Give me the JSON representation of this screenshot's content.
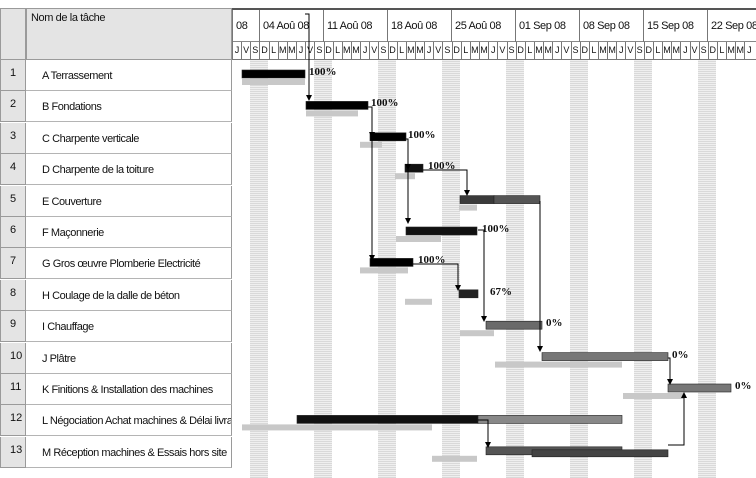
{
  "table": {
    "col_name_header": "Nom de la tâche",
    "rows": [
      {
        "id": "1",
        "name": "A Terrassement",
        "progress": "100%"
      },
      {
        "id": "2",
        "name": "B Fondations",
        "progress": "100%"
      },
      {
        "id": "3",
        "name": "C Charpente verticale",
        "progress": "100%"
      },
      {
        "id": "4",
        "name": "D Charpente de la toiture",
        "progress": "100%"
      },
      {
        "id": "5",
        "name": "E Couverture",
        "progress": ""
      },
      {
        "id": "6",
        "name": "F Maçonnerie",
        "progress": "100%"
      },
      {
        "id": "7",
        "name": "G Gros œuvre Plomberie Electricité",
        "progress": "100%"
      },
      {
        "id": "8",
        "name": "H Coulage de la dalle de béton",
        "progress": "67%"
      },
      {
        "id": "9",
        "name": "I Chauffage",
        "progress": "0%"
      },
      {
        "id": "10",
        "name": "J Plâtre",
        "progress": "0%"
      },
      {
        "id": "11",
        "name": "K Finitions & Installation des machines",
        "progress": "0%"
      },
      {
        "id": "12",
        "name": "L Négociation Achat machines & Délai livraison",
        "progress": ""
      },
      {
        "id": "13",
        "name": "M Réception machines & Essais hors site",
        "progress": ""
      }
    ]
  },
  "timeline": {
    "weeks": [
      "08",
      "04 Aoû 08",
      "11 Aoû 08",
      "18 Aoû 08",
      "25 Aoû 08",
      "01 Sep 08",
      "08 Sep 08",
      "15 Sep 08",
      "22 Sep 08"
    ],
    "days": [
      "J",
      "V",
      "S",
      "D",
      "L",
      "M",
      "M",
      "J",
      "V",
      "S",
      "D",
      "L",
      "M",
      "M",
      "J",
      "V",
      "S",
      "D",
      "L",
      "M",
      "M",
      "J",
      "V",
      "S",
      "D",
      "L",
      "M",
      "M",
      "J",
      "V",
      "S",
      "D",
      "L",
      "M",
      "M",
      "J",
      "V",
      "S",
      "D",
      "L",
      "M",
      "M",
      "J",
      "V",
      "S",
      "D",
      "L",
      "M",
      "M",
      "J",
      "V",
      "S",
      "D",
      "L",
      "M",
      "M",
      "J"
    ]
  }
}
